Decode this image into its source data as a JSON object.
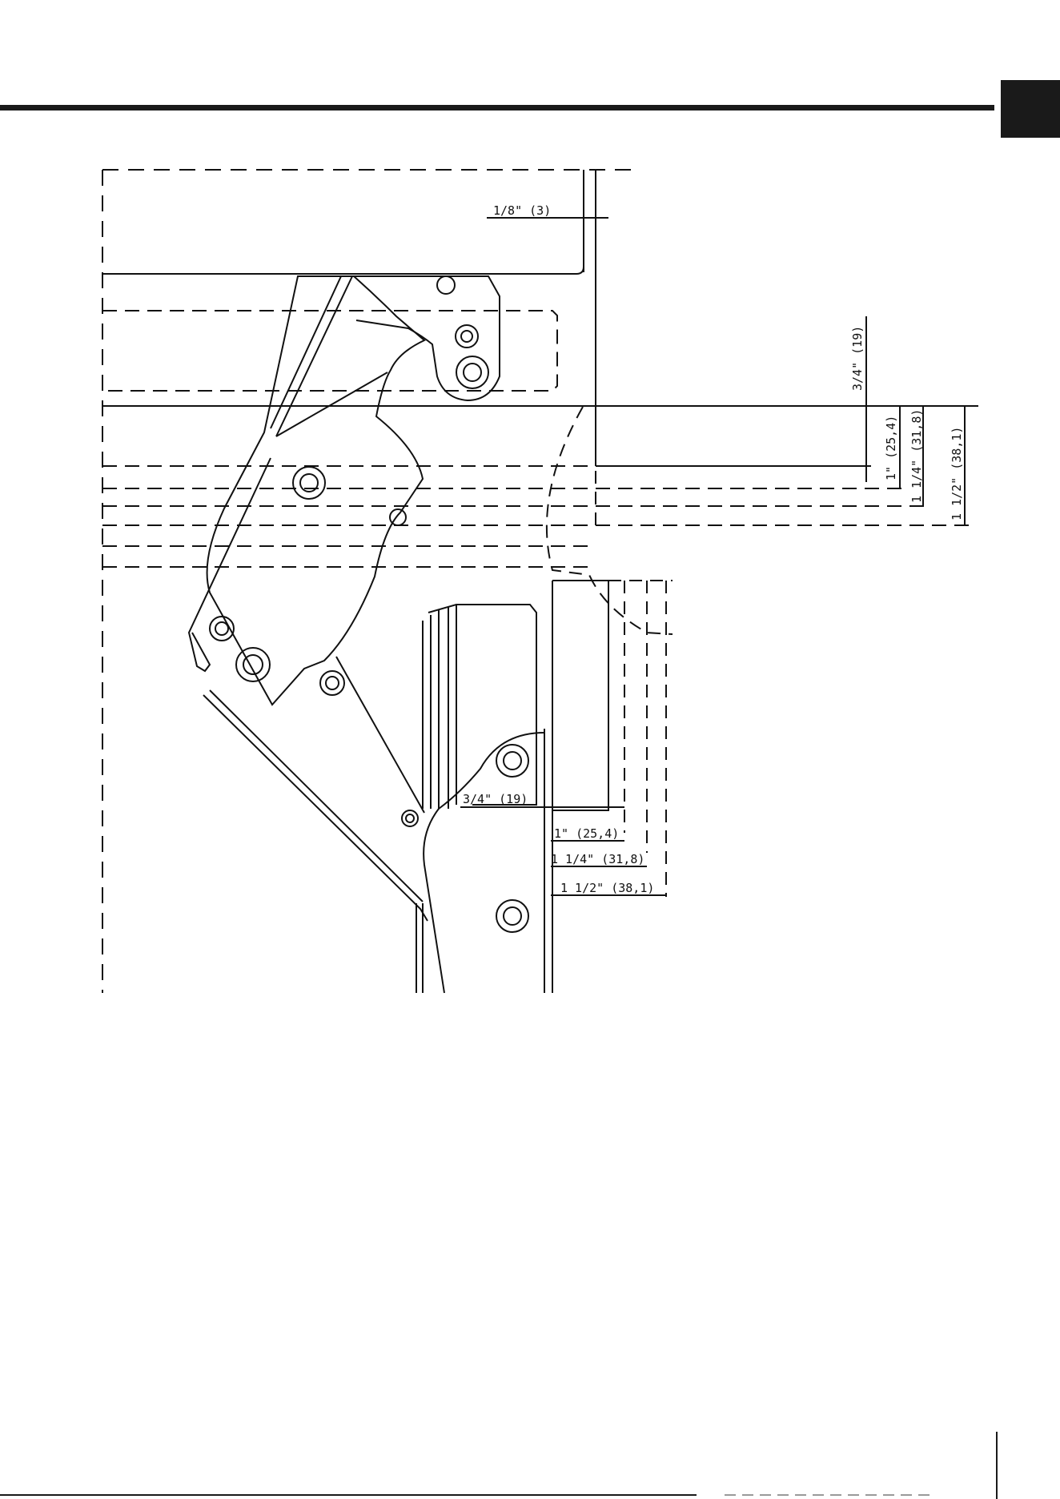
{
  "dimensions": {
    "gap_top": "1/8\" (3)",
    "right_vertical": [
      "3/4\" (19)",
      "1\" (25,4)",
      "1 1/4\" (31,8)",
      "1 1/2\" (38,1)"
    ],
    "bottom_horizontal": [
      "3/4\" (19)",
      "1\" (25,4)",
      "1 1/4\" (31,8)",
      "1 1/2\" (38,1)"
    ]
  }
}
